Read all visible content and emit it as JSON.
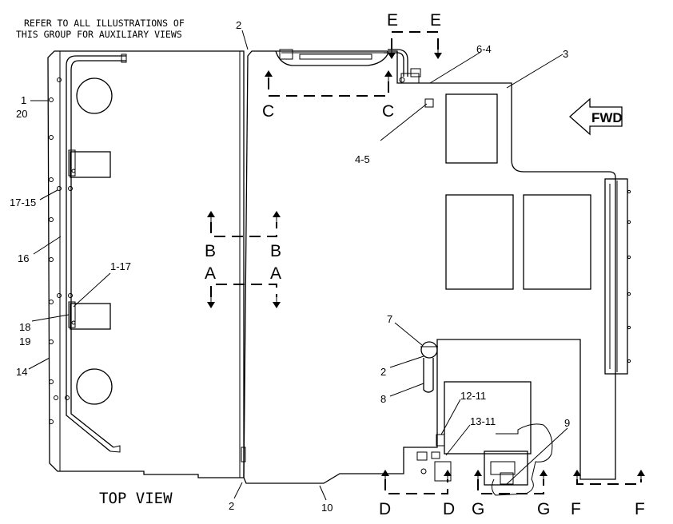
{
  "note": {
    "line1": "REFER TO ALL ILLUSTRATIONS OF",
    "line2": "THIS GROUP FOR AUXILIARY VIEWS"
  },
  "view_title": "TOP VIEW",
  "direction_label": "FWD",
  "callouts": {
    "c1": "1",
    "c20": "20",
    "c17_15": "17-15",
    "c16": "16",
    "c1_17": "1-17",
    "c18": "18",
    "c19": "19",
    "c14": "14",
    "c2_top": "2",
    "c2_bottom": "2",
    "c2_mid": "2",
    "c10": "10",
    "c6_4": "6-4",
    "c3": "3",
    "c4_5": "4-5",
    "c7": "7",
    "c8": "8",
    "c12_11": "12-11",
    "c13_11": "13-11",
    "c9": "9"
  },
  "section_letters": {
    "e_left": "E",
    "e_right": "E",
    "c_left": "C",
    "c_right": "C",
    "b_left": "B",
    "b_right": "B",
    "a_left": "A",
    "a_right": "A",
    "d_left": "D",
    "d_right": "D",
    "g_left": "G",
    "g_right": "G",
    "f_left": "F",
    "f_right": "F"
  }
}
